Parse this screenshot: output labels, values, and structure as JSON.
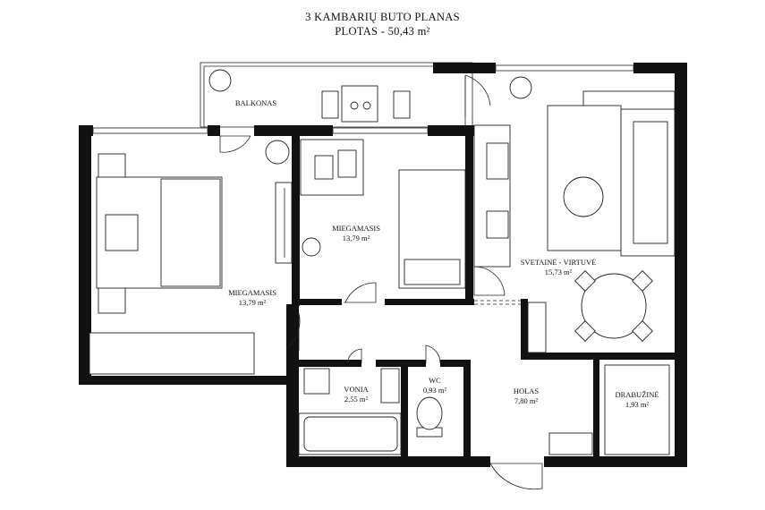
{
  "title": {
    "line1": "3 KAMBARIŲ BUTO PLANAS",
    "line2": "PLOTAS - 50,43 m²"
  },
  "rooms": [
    {
      "key": "balkonas",
      "name": "BALKONAS",
      "area": ""
    },
    {
      "key": "miegamasis_1",
      "name": "MIEGAMASIS",
      "area": "13,79 m²"
    },
    {
      "key": "miegamasis_2",
      "name": "MIEGAMASIS",
      "area": "13,79 m²"
    },
    {
      "key": "svetaine",
      "name": "SVETAINĖ - VIRTUVĖ",
      "area": "15,73 m²"
    },
    {
      "key": "vonia",
      "name": "VONIA",
      "area": "2,55 m²"
    },
    {
      "key": "wc",
      "name": "WC",
      "area": "0,93 m²"
    },
    {
      "key": "holas",
      "name": "HOLAS",
      "area": "7,80 m²"
    },
    {
      "key": "drabuzine",
      "name": "DRABUŽINĖ",
      "area": "1,93 m²"
    }
  ]
}
